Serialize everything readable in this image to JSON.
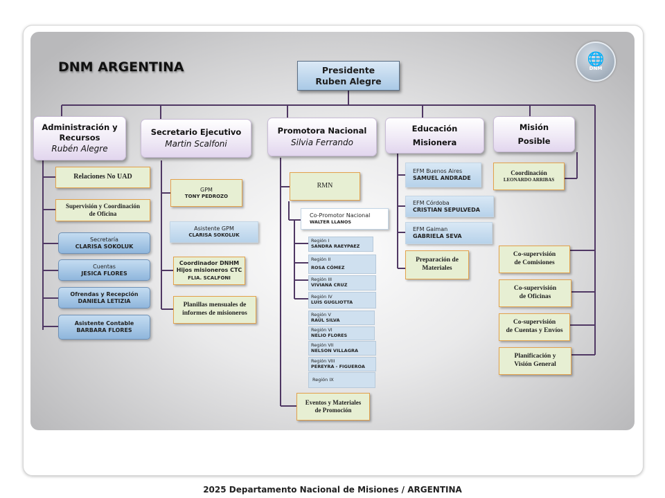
{
  "title": "DNM ARGENTINA",
  "logo": {
    "text": "DNM",
    "icon": "globe-icon"
  },
  "president": {
    "role": "Presidente",
    "name": "Ruben Alegre"
  },
  "departments": [
    {
      "title": "Administración y Recursos",
      "person": "Rubén Alegre"
    },
    {
      "title": "Secretario Ejecutivo",
      "person": "Martin Scalfoni"
    },
    {
      "title": "Promotora Nacional",
      "person": "Silvia Ferrando"
    },
    {
      "title": "Educación",
      "title2": "Misionera"
    },
    {
      "title": "Misión",
      "title2": "Posible"
    }
  ],
  "admin_units": [
    {
      "title": "Relaciones No UAD"
    },
    {
      "title": "Supervisión y Coordinación",
      "title2": "de Oficina"
    },
    {
      "title": "Secretaría",
      "person": "CLARISA SOKOLUK"
    },
    {
      "title": "Cuentas",
      "person": "JESICA FLORES"
    },
    {
      "title": "Ofrendas y Recepción",
      "person": "DANIELA LETIZIA"
    },
    {
      "title": "Asistente Contable",
      "person": "BARBARA FLORES"
    }
  ],
  "secretary_units": [
    {
      "title": "GPM",
      "person": "TONY PEDROZO"
    },
    {
      "title": "Asistente GPM",
      "person": "CLARISA SOKOLUK"
    },
    {
      "title": "Coordinador DNHM",
      "title2": "Hijos misioneros CTC",
      "person": "FLIA. SCALFONI"
    },
    {
      "title": "Planillas mensuales de",
      "title2": "informes de misioneros"
    }
  ],
  "promoter_units": {
    "rmn": "RMN",
    "copromotor": {
      "title": "Co-Promotor Nacional",
      "person": "WALTER LLANOS"
    },
    "regions": [
      {
        "region": "Región I",
        "person": "SANDRA RAEYPAEZ"
      },
      {
        "region": "Región II",
        "person": "ROSA CÓMEZ"
      },
      {
        "region": "Región III",
        "person": "VIVIANA CRUZ"
      },
      {
        "region": "Región IV",
        "person": "LUIS GUGLIOTTA"
      },
      {
        "region": "Región V",
        "person": "RAÚL SILVA"
      },
      {
        "region": "Región VI",
        "person": "NELIO FLORES"
      },
      {
        "region": "Región VII",
        "person": "NELSON VILLAGRA"
      },
      {
        "region": "Región VIII",
        "person": "PEREYRA - FIGUEROA"
      },
      {
        "region": "Región IX",
        "person": ""
      }
    ],
    "events": {
      "title": "Eventos y Materiales",
      "title2": "de Promoción"
    }
  },
  "education_units": [
    {
      "title": "EFM Buenos Aires",
      "person": "SAMUEL ANDRADE"
    },
    {
      "title": "EFM Córdoba",
      "person": "CRISTIAN SEPULVEDA"
    },
    {
      "title": "EFM Gaiman",
      "person": "GABRIELA SEVA"
    },
    {
      "title": "Preparación de",
      "title2": "Materiales"
    }
  ],
  "mission_units": [
    {
      "title": "Coordinación",
      "person": "LEONARDO ARRIBAS"
    },
    {
      "title": "Co-supervisión",
      "title2": "de Comisiones"
    },
    {
      "title": "Co-supervisión",
      "title2": "de Oficinas"
    },
    {
      "title": "Co-supervisión",
      "title2": "de Cuentas y Envíos"
    },
    {
      "title": "Planificación y",
      "title2": "Visión General"
    }
  ],
  "footer": "2025 Departamento Nacional de Misiones / ARGENTINA",
  "colors": {
    "connector": "#4f3763",
    "orange_border": "#e3a14a",
    "green_fill": "#e7efd3",
    "blue_fill": "#cfe0ef",
    "header_fill": "#efe7f5"
  }
}
